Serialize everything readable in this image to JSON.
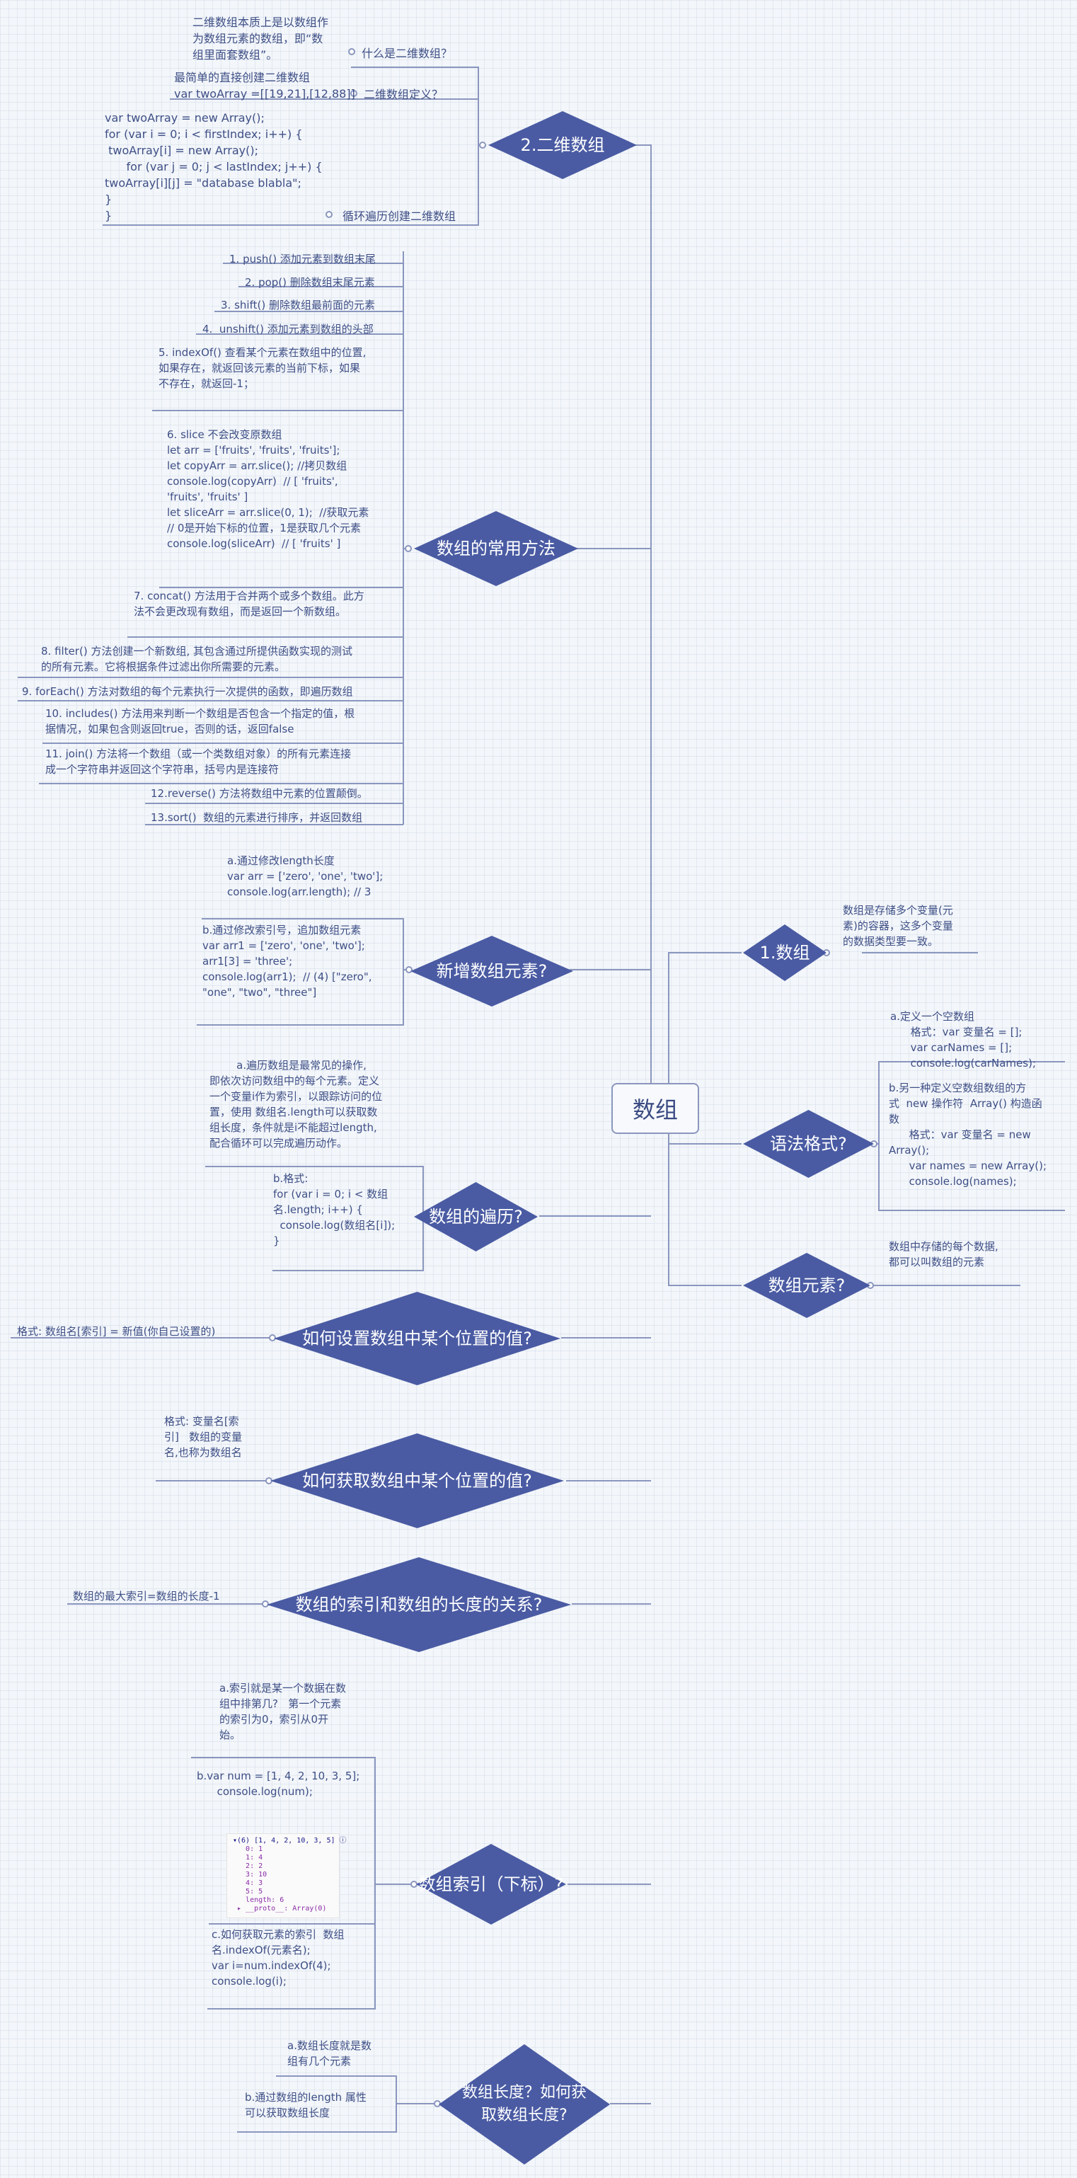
{
  "root": {
    "label": "数组"
  },
  "branches": {
    "er_wei": {
      "title": "2.二维数组",
      "notes": [
        "二维数组本质上是以数组作\n为数组元素的数组，即“数\n组里面套数组”。",
        "什么是二维数组？",
        "最简单的直接创建二维数组\nvar twoArray =[[19,21],[12,88]]",
        "二维数组定义？",
        "var twoArray = new Array();\nfor (var i = 0; i < firstIndex; i++) {\n twoArray[i] = new Array();\n      for (var j = 0; j < lastIndex; j++) {\ntwoArray[i][j] = \"database blabla\";\n}\n}",
        "循环遍历创建二维数组"
      ]
    },
    "methods": {
      "title": "数组的常用方法",
      "items": [
        "1. push() 添加元素到数组末尾",
        "2. pop() 删除数组末尾元素",
        "3. shift() 删除数组最前面的元素",
        "4.  unshift() 添加元素到数组的头部",
        "5. indexOf() 查看某个元素在数组中的位置,\n如果存在，就返回该元素的当前下标，如果\n不存在，就返回-1；",
        "6. slice 不会改变原数组\nlet arr = ['fruits', 'fruits', 'fruits'];\nlet copyArr = arr.slice(); //拷贝数组\nconsole.log(copyArr)  // [ 'fruits',\n'fruits', 'fruits' ]\nlet sliceArr = arr.slice(0, 1);  //获取元素\n// 0是开始下标的位置，1是获取几个元素\nconsole.log(sliceArr)  // [ 'fruits' ]",
        "7. concat() 方法用于合并两个或多个数组。此方\n法不会更改现有数组，而是返回一个新数组。",
        "8. filter() 方法创建一个新数组, 其包含通过所提供函数实现的测试\n的所有元素。它将根据条件过滤出你所需要的元素。",
        "9. forEach() 方法对数组的每个元素执行一次提供的函数，即遍历数组",
        "10. includes() 方法用来判断一个数组是否包含一个指定的值，根\n据情况，如果包含则返回true，否则的话，返回false",
        "11. join() 方法将一个数组（或一个类数组对象）的所有元素连接\n成一个字符串并返回这个字符串，括号内是连接符",
        "12.reverse() 方法将数组中元素的位置颠倒。",
        "13.sort()  数组的元素进行排序，并返回数组"
      ]
    },
    "add": {
      "title": "新增数组元素?",
      "notes": [
        "a.通过修改length长度\nvar arr = ['zero', 'one', 'two'];\nconsole.log(arr.length); // 3",
        "b.通过修改索引号，追加数组元素\nvar arr1 = ['zero', 'one', 'two'];\narr1[3] = 'three';\nconsole.log(arr1);  // (4) [\"zero\",\n\"one\", \"two\", \"three\"]"
      ]
    },
    "traverse": {
      "title": "数组的遍历?",
      "notes": [
        "        a.遍历数组是最常见的操作,\n即依次访问数组中的每个元素。定义\n一个变量i作为索引，以跟踪访问的位\n置，使用 数组名.length可以获取数\n组长度，条件就是i不能超过length,\n配合循环可以完成遍历动作。",
        "b.格式:\nfor (var i = 0; i < 数组\n名.length; i++) {\n  console.log(数组名[i]);\n}"
      ]
    },
    "set": {
      "title": "如何设置数组中某个位置的值?",
      "notes": [
        "格式: 数组名[索引] = 新值(你自己设置的)"
      ]
    },
    "get": {
      "title": "如何获取数组中某个位置的值?",
      "notes": [
        "格式: 变量名[索\n引]   数组的变量\n名,也称为数组名"
      ]
    },
    "relation": {
      "title": "数组的索引和数组的长度的关系?",
      "notes": [
        "数组的最大索引=数组的长度-1"
      ]
    },
    "index": {
      "title": "数组索引（下标）?",
      "notes": [
        "a.索引就是某一个数据在数\n组中排第几?   第一个元素\n的索引为0，索引从0开\n始。",
        "b.var num = [1, 4, 2, 10, 3, 5];\n      console.log(num);",
        "c.如何获取元素的索引  数组\n名.indexOf(元素名);\nvar i=num.indexOf(4);\nconsole.log(i);"
      ],
      "console_lines": [
        "▾(6) [1, 4, 2, 10, 3, 5] ⓘ",
        "   0: 1",
        "   1: 4",
        "   2: 2",
        "   3: 10",
        "   4: 3",
        "   5: 5",
        "   length: 6",
        " ▸ __proto__: Array(0)"
      ]
    },
    "length": {
      "title": "数组长度？如何获\n取数组长度?",
      "notes": [
        "a.数组长度就是数\n组有几个元素",
        "b.通过数组的length 属性\n可以获取数组长度"
      ]
    },
    "shu_zu": {
      "title": "1.数组",
      "notes": [
        "数组是存储多个变量(元\n素)的容器，这多个变量\n的数据类型要一致。"
      ]
    },
    "syntax": {
      "title": "语法格式?",
      "notes": [
        "a.定义一个空数组\n      格式：var 变量名 = [];\n      var carNames = [];\n      console.log(carNames);",
        "b.另一种定义空数组数组的方\n式  new 操作符  Array() 构造函\n数\n      格式：var 变量名 = new\nArray();\n      var names = new Array();\n      console.log(names);"
      ]
    },
    "elements": {
      "title": "数组元素?",
      "notes": [
        "数组中存储的每个数据,\n都可以叫数组的元素"
      ]
    }
  },
  "colors": {
    "node": "#4a5ba3",
    "line": "#8a96be",
    "text": "#3e4f86"
  }
}
